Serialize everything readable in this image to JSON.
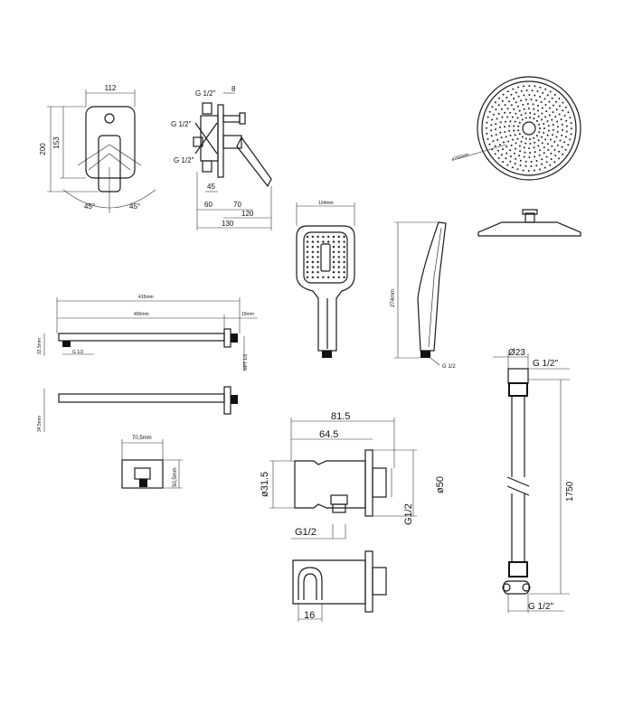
{
  "mixer": {
    "width": "112",
    "height_total": "200",
    "height_plate": "153",
    "angle_left": "45°",
    "angle_right": "45°",
    "thread_top": "G 1/2\"",
    "thread_mid": "G 1/2\"",
    "thread_low": "G 1/2\"",
    "depth_top": "8",
    "d45": "45",
    "d60": "60",
    "d70": "70",
    "d120": "120",
    "d130": "130"
  },
  "overhead": {
    "diameter": "ø250mm"
  },
  "handshower": {
    "width": "104mm",
    "length": "274mm",
    "thread": "G 1/2"
  },
  "arm": {
    "total": "415mm",
    "inner": "400mm",
    "flange": "15mm",
    "height": "22,5mm",
    "thread": "G 1/2",
    "thread_side": "NPT 1/2",
    "height2": "34,5mm"
  },
  "flange": {
    "width": "70,5mm",
    "height": "50,5mm"
  },
  "outlet": {
    "total": "81.5",
    "partial": "64.5",
    "dia_body": "ø31.5",
    "dia_plate": "ø50",
    "thread_bottom": "G1/2",
    "thread_side": "G1/2",
    "depth": "16"
  },
  "hose": {
    "diameter": "Ø23",
    "thread_top": "G 1/2\"",
    "length": "1750",
    "thread_bottom": "G 1/2\""
  }
}
